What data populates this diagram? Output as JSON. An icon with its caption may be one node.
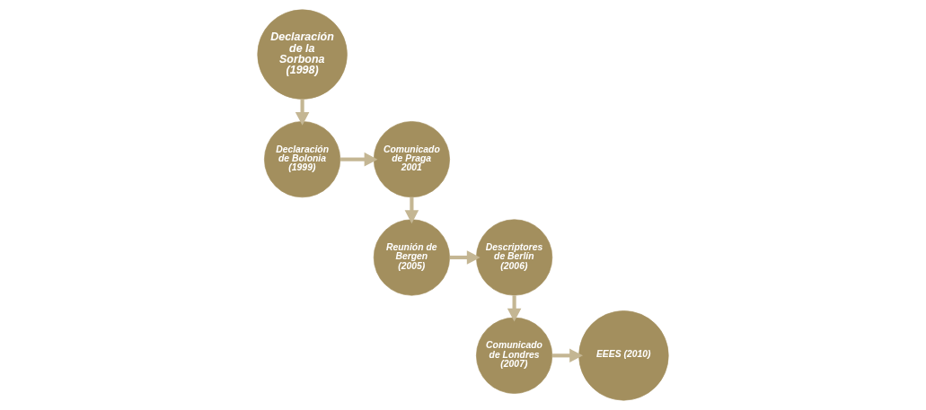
{
  "diagram": {
    "nodes": [
      {
        "text": [
          "Declaración de la Sorbona (1998)"
        ]
      },
      {
        "text": [
          "Declaración de Bolonia (1999)"
        ]
      },
      {
        "text": [
          "Comunicado de Praga 2001"
        ]
      },
      {
        "text": [
          "Reunión de Bergen (2005)"
        ]
      },
      {
        "text": [
          "Descriptores de Berlín (2006)"
        ]
      },
      {
        "text": [
          "Comunicado de Londres (2007)"
        ]
      },
      {
        "text": [
          "EEES (2010)"
        ]
      }
    ],
    "edges": [
      {
        "from": 0,
        "to": 1,
        "arrow": "to"
      },
      {
        "from": 1,
        "to": 2,
        "arrow": "to"
      },
      {
        "from": 2,
        "to": 3,
        "arrow": "to"
      },
      {
        "from": 3,
        "to": 4,
        "arrow": "to"
      },
      {
        "from": 4,
        "to": 5,
        "arrow": "to"
      },
      {
        "from": 5,
        "to": 6,
        "arrow": "to"
      }
    ]
  }
}
